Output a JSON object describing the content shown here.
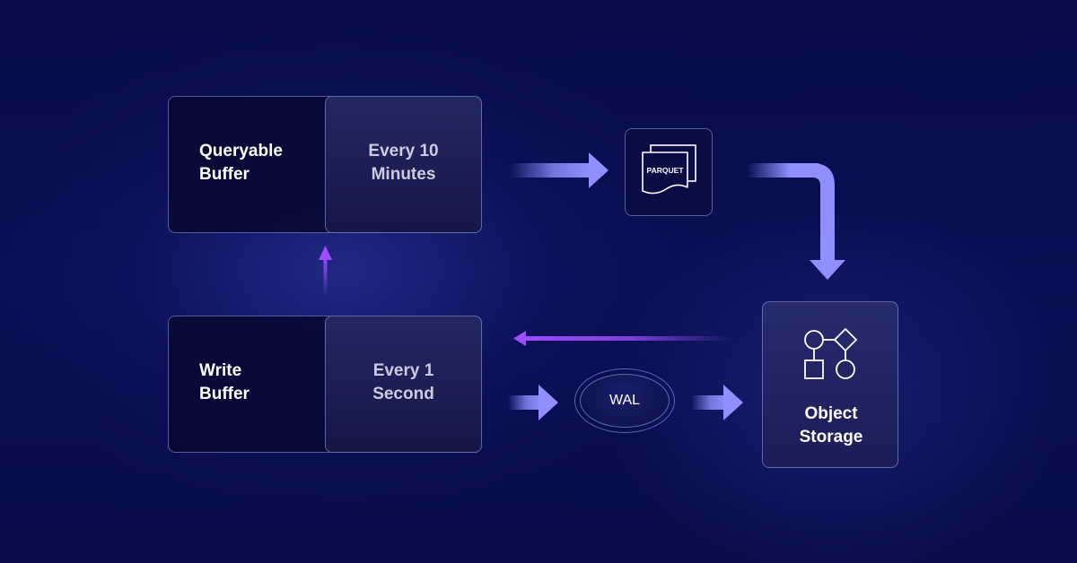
{
  "queryable_buffer": {
    "name_line1": "Queryable",
    "name_line2": "Buffer",
    "interval_line1": "Every 10",
    "interval_line2": "Minutes"
  },
  "write_buffer": {
    "name_line1": "Write",
    "name_line2": "Buffer",
    "interval_line1": "Every 1",
    "interval_line2": "Second"
  },
  "parquet": {
    "label": "PARQUET"
  },
  "wal": {
    "label": "WAL"
  },
  "object_storage": {
    "label_line1": "Object",
    "label_line2": "Storage"
  },
  "colors": {
    "arrow_blue": "#8f8fff",
    "arrow_purple": "#9b4dff",
    "background": "#070b45"
  },
  "icons": {
    "parquet": "parquet-file-icon",
    "object_storage": "shapes-icon"
  }
}
